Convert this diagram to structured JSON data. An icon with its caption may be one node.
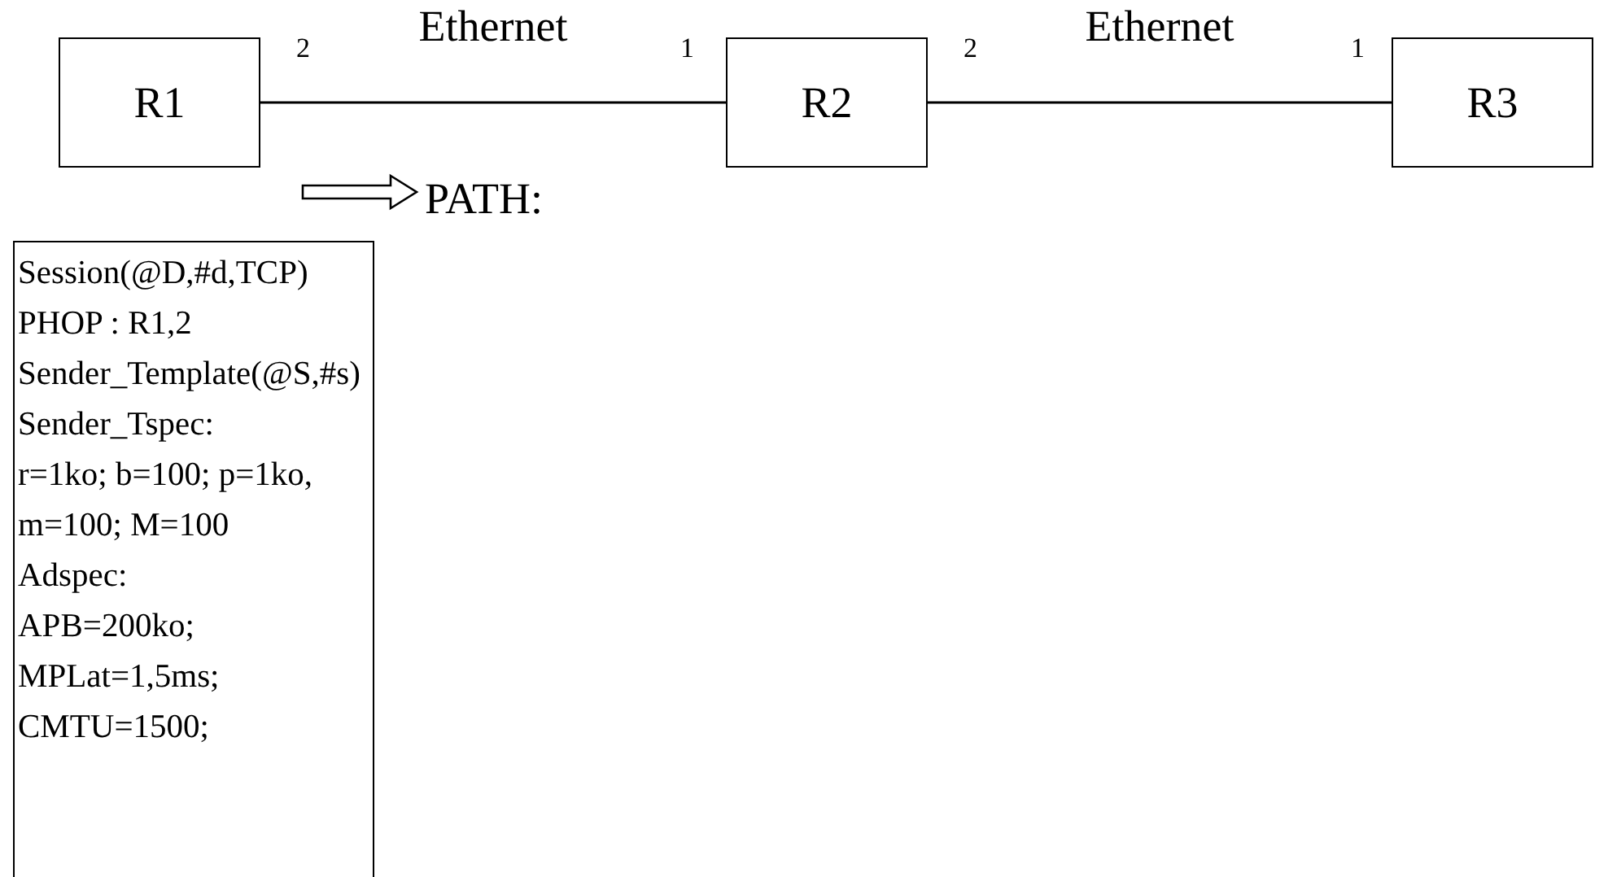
{
  "diagram": {
    "nodes": [
      {
        "text": [
          "R1"
        ],
        "beside": [
          "2"
        ]
      },
      {
        "text": [
          "R2"
        ],
        "beside": [
          "1",
          "2"
        ]
      },
      {
        "text": [
          "R3"
        ],
        "beside": [
          "1"
        ]
      },
      {
        "text": [
          "PATH:",
          "Session(@D,#d,TCP)",
          "PHOP : R1,2",
          "Sender_Template(@S,#s)",
          "Sender_Tspec:",
          "r=1ko; b=100; p=1ko, m=100; M=100",
          "Adspec:",
          "APB=200ko;",
          "MPLat=1,5ms;",
          "CMTU=1500;"
        ]
      }
    ],
    "edges": [
      {
        "from": 0,
        "to": 1,
        "arrow": "none",
        "label": "Ethernet"
      },
      {
        "from": 1,
        "to": 2,
        "arrow": "none",
        "label": "Ethernet"
      }
    ]
  }
}
